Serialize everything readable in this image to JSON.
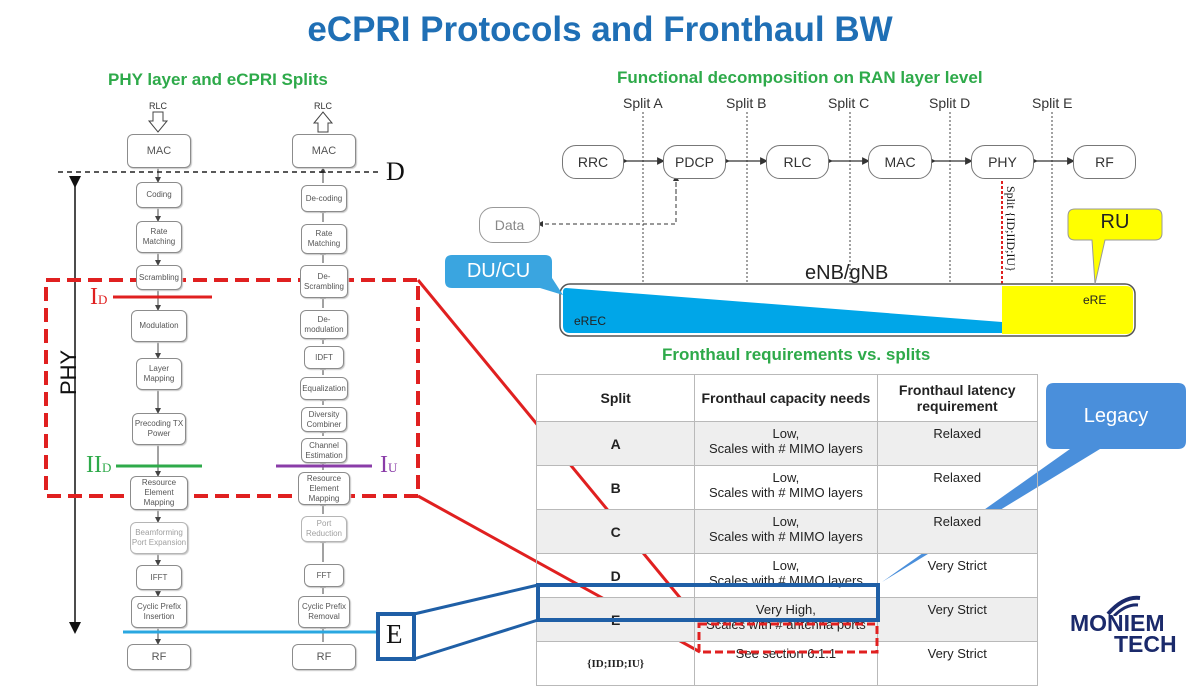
{
  "title": "eCPRI Protocols and Fronthaul BW",
  "left_subtitle": "PHY layer and eCPRI Splits",
  "right_subtitle": "Functional decomposition on RAN layer level",
  "table_subtitle": "Fronthaul requirements vs. splits",
  "phy_diagram": {
    "tx_top": "RLC",
    "rx_top": "RLC",
    "tx_blocks": [
      "MAC",
      "Coding",
      "Rate Matching",
      "Scrambling",
      "Modulation",
      "Layer Mapping",
      "Precoding TX Power",
      "Resource Element Mapping",
      "Beamforming Port Expansion",
      "IFFT",
      "Cyclic Prefix Insertion",
      "RF"
    ],
    "rx_blocks": [
      "MAC",
      "De-coding",
      "Rate Matching",
      "De-Scrambling",
      "De-modulation",
      "IDFT",
      "Equalization",
      "Diversity Combiner",
      "Channel Estimation",
      "Resource Element Mapping",
      "Port Reduction",
      "FFT",
      "Cyclic Prefix Removal",
      "RF"
    ],
    "label_d": "D",
    "label_phy": "PHY",
    "label_id": "I",
    "label_id_sub": "D",
    "label_iid": "II",
    "label_iid_sub": "D",
    "label_iu": "I",
    "label_iu_sub": "U",
    "label_e": "E"
  },
  "ran": {
    "splits": [
      "Split A",
      "Split B",
      "Split C",
      "Split D",
      "Split E"
    ],
    "layers": [
      "RRC",
      "PDCP",
      "RLC",
      "MAC",
      "PHY",
      "RF"
    ],
    "data_label": "Data",
    "vertical_split": "Split {I",
    "vertical_split_full": "Split {ID;IID;IU}",
    "enb": "eNB/gNB",
    "erec": "eREC",
    "ere": "eRE",
    "du_cu": "DU/CU",
    "ru": "RU",
    "colors": {
      "erec": "#00a6e8",
      "ere": "#ffff00",
      "du_cu": "#3aa5e0",
      "ru": "#ffff00"
    }
  },
  "table": {
    "headers": [
      "Split",
      "Fronthaul capacity needs",
      "Fronthaul latency requirement"
    ],
    "rows": [
      {
        "split": "A",
        "cap1": "Low,",
        "cap2": "Scales with # MIMO layers",
        "lat": "Relaxed"
      },
      {
        "split": "B",
        "cap1": "Low,",
        "cap2": "Scales with # MIMO layers",
        "lat": "Relaxed"
      },
      {
        "split": "C",
        "cap1": "Low,",
        "cap2": "Scales with # MIMO layers",
        "lat": "Relaxed"
      },
      {
        "split": "D",
        "cap1": "Low,",
        "cap2": "Scales with # MIMO layers",
        "lat": "Very Strict"
      },
      {
        "split": "E",
        "cap1": "Very High,",
        "cap2": "Scales with # antenna ports",
        "lat": "Very Strict"
      },
      {
        "split": "{ID;IID;IU}",
        "cap1": "See section 6.1.1",
        "cap2": "",
        "lat": "Very Strict"
      }
    ]
  },
  "legacy": "Legacy",
  "logo": {
    "line1": "MONIEM",
    "line2": "TECH"
  }
}
